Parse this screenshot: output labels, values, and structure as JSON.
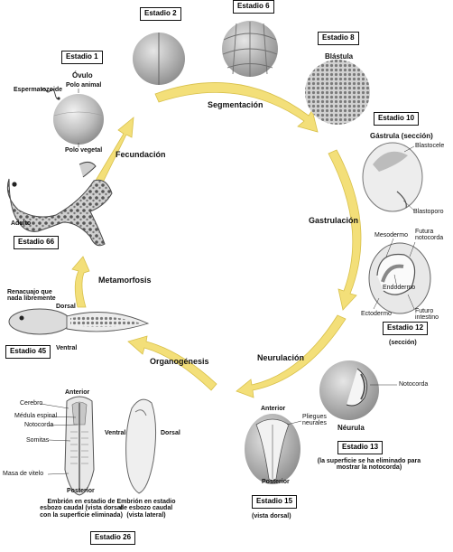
{
  "stages": {
    "s1": "Estadio 1",
    "s2": "Estadio 2",
    "s6": "Estadio 6",
    "s8": "Estadio 8",
    "s10": "Estadio 10",
    "s12": "Estadio 12",
    "s12_note": "(sección)",
    "s13": "Estadio 13",
    "s13_note": "(la superficie se ha eliminado para mostrar la notocorda)",
    "s15": "Estadio 15",
    "s15_note": "(vista dorsal)",
    "s26": "Estadio 26",
    "s45": "Estadio 45",
    "s66": "Estadio 66"
  },
  "processes": {
    "fecundacion": "Fecundación",
    "segmentacion": "Segmentación",
    "gastrulacion": "Gastrulación",
    "neurulacion": "Neurulación",
    "organogenesis": "Organogénesis",
    "metamorfosis": "Metamorfosis"
  },
  "labels": {
    "ovulo": "Óvulo",
    "polo_animal": "Polo animal",
    "polo_vegetal": "Polo vegetal",
    "espermatozoide": "Espermatozoide",
    "blastula": "Blástula",
    "gastrula": "Gástrula (sección)",
    "blastocele": "Blastocele",
    "blastoporo": "Blastoporo",
    "mesodermo": "Mesodermo",
    "futura_notocorda": "Futura notocorda",
    "endodermo": "Endodermo",
    "ectodermo": "Ectodermo",
    "futuro_intestino": "Futuro intestino",
    "notocorda": "Notocorda",
    "neurula": "Néurula",
    "anterior": "Anterior",
    "posterior": "Posterior",
    "pliegues": "Pliegues neurales",
    "cerebro": "Cerebro",
    "medula": "Médula espinal",
    "notocorda2": "Notocorda",
    "somitas": "Somitas",
    "masa_vitelo": "Masa de vitelo",
    "anterior2": "Anterior",
    "posterior2": "Posterior",
    "ventral": "Ventral",
    "dorsal": "Dorsal",
    "embrion_dorsal": "Embrión en estadio de esbozo caudal (vista dorsal con la superficie eliminada)",
    "embrion_lateral": "Embrión en estadio de esbozo caudal (vista lateral)",
    "renacuajo": "Renacuajo que nada libremente",
    "dorsal_t": "Dorsal",
    "ventral_t": "Ventral",
    "adulto": "Adulto"
  }
}
